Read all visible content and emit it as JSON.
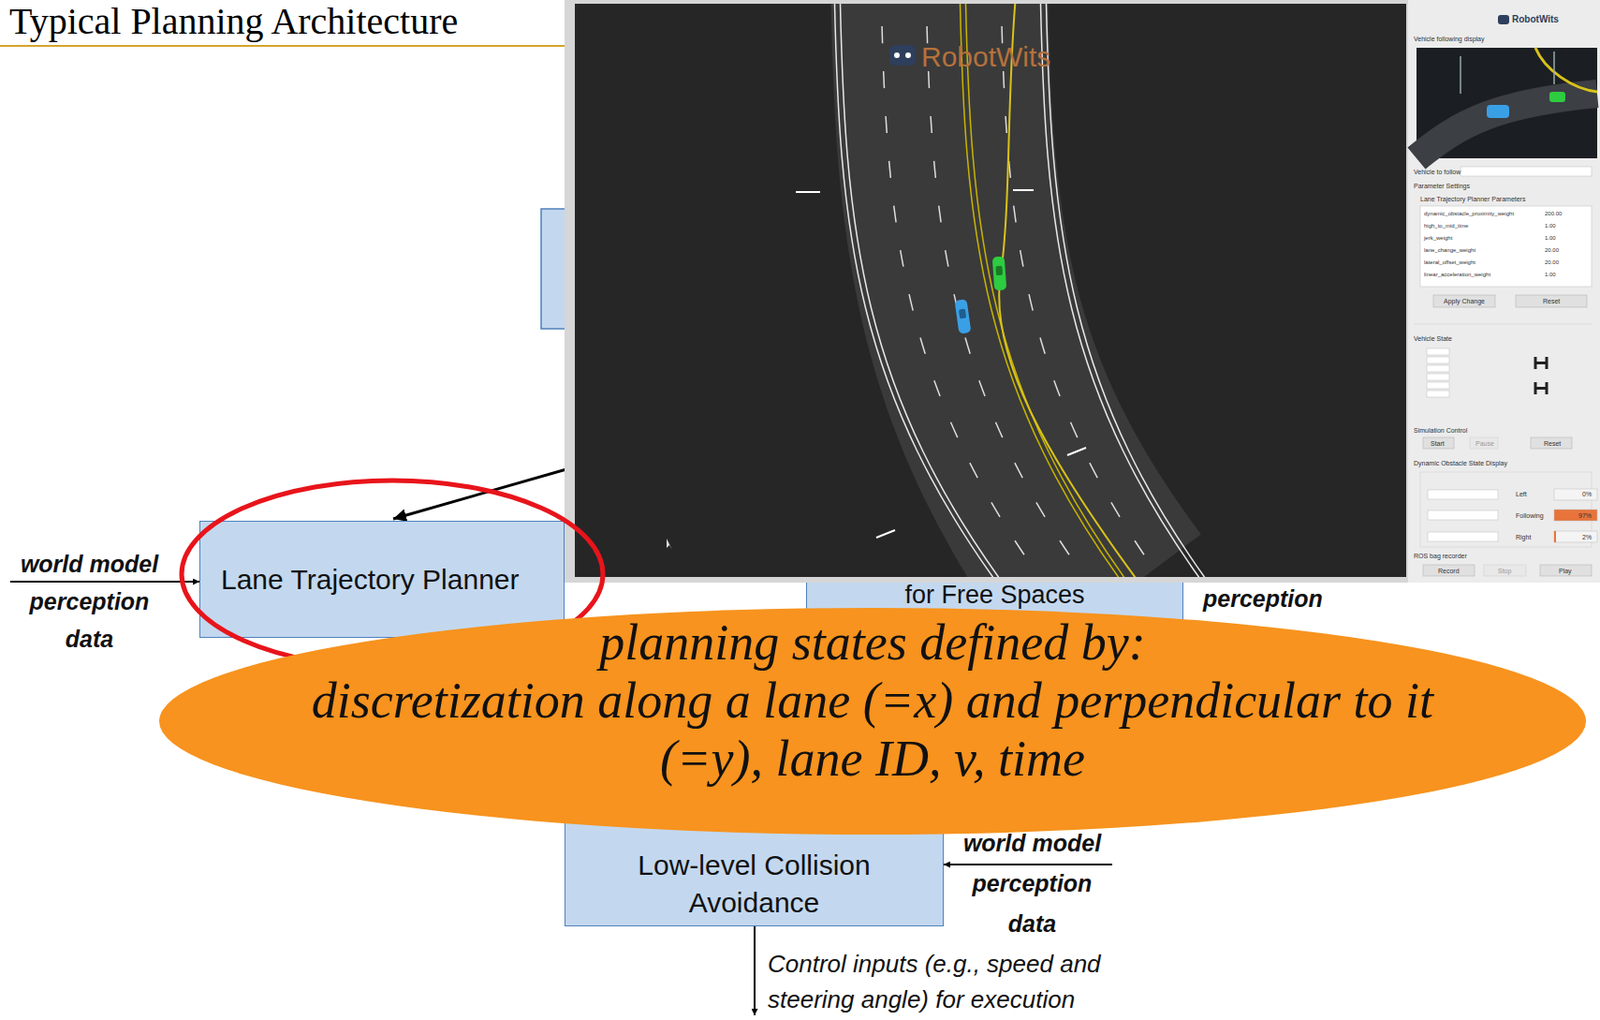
{
  "diagram": {
    "title": "Typical Planning Architecture",
    "nodes": [
      {
        "text": [
          "Lane Trajectory Planner"
        ]
      },
      {
        "text": [
          "for Free Spaces"
        ]
      },
      {
        "text": [
          "Low-level Collision Avoidance"
        ]
      },
      {
        "text": [
          "planning states defined by:",
          "discretization along a lane (=x) and perpendicular to it (=y), lane ID, v, time"
        ]
      }
    ],
    "labels": [
      "world model perception data",
      "perception",
      "world model perception data",
      "Control inputs (e.g., speed and steering angle) for execution",
      "RobotWits",
      "RobotWits",
      "Vehicle following display",
      "Vehicle to follow",
      "Parameter Settings",
      "Lane Trajectory Planner Parameters",
      "dynamic_obstacle_proximity_weight",
      "200.00",
      "high_to_mid_time",
      "1.00",
      "jerk_weight",
      "1.00",
      "lane_change_weight",
      "20.00",
      "lateral_offset_weight",
      "20.00",
      "linear_acceleration_weight",
      "1.00",
      "Apply Change",
      "Reset",
      "Vehicle State",
      "Simulation Control",
      "Start",
      "Pause",
      "Reset",
      "Dynamic Obstacle State Display",
      "Left",
      "Following",
      "Right",
      "0%",
      "97%",
      "2%",
      "ROS bag recorder",
      "Record",
      "Stop",
      "Play"
    ]
  }
}
